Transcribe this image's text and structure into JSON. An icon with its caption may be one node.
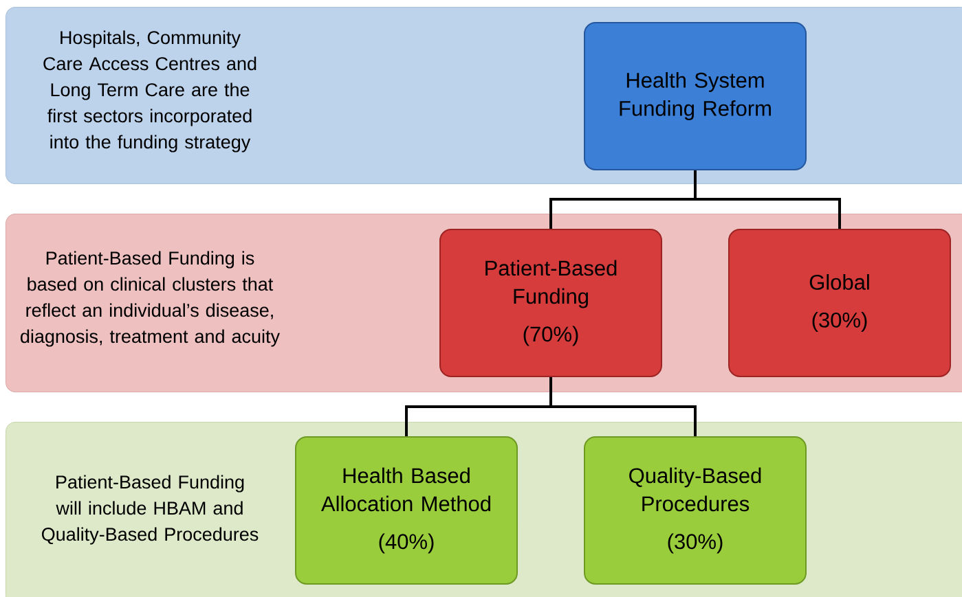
{
  "diagram": {
    "nodes": [
      {
        "text": [
          "Hospitals, Community Care Access Centres and Long Term Care are the first sectors incorporated into the funding strategy"
        ]
      },
      {
        "text": [
          "Health System Funding Reform"
        ],
        "in": 0
      },
      {
        "text": [
          "Patient-Based Funding is based on clinical clusters that reflect an individual’s disease, diagnosis, treatment and acuity"
        ]
      },
      {
        "text": [
          "Patient-Based Funding",
          "(70%)"
        ],
        "in": 2
      },
      {
        "text": [
          "Global",
          "(30%)"
        ],
        "in": 2
      },
      {
        "text": [
          "Patient-Based Funding will include HBAM and Quality-Based Procedures"
        ]
      },
      {
        "text": [
          "Health Based Allocation Method",
          "(40%)"
        ],
        "in": 5
      },
      {
        "text": [
          "Quality-Based Procedures",
          "(30%)"
        ],
        "in": 5
      }
    ],
    "edges": [
      {
        "from": 1,
        "to": 3,
        "arrow": "none"
      },
      {
        "from": 1,
        "to": 4,
        "arrow": "none"
      },
      {
        "from": 3,
        "to": 6,
        "arrow": "none"
      },
      {
        "from": 3,
        "to": 7,
        "arrow": "none"
      }
    ]
  }
}
